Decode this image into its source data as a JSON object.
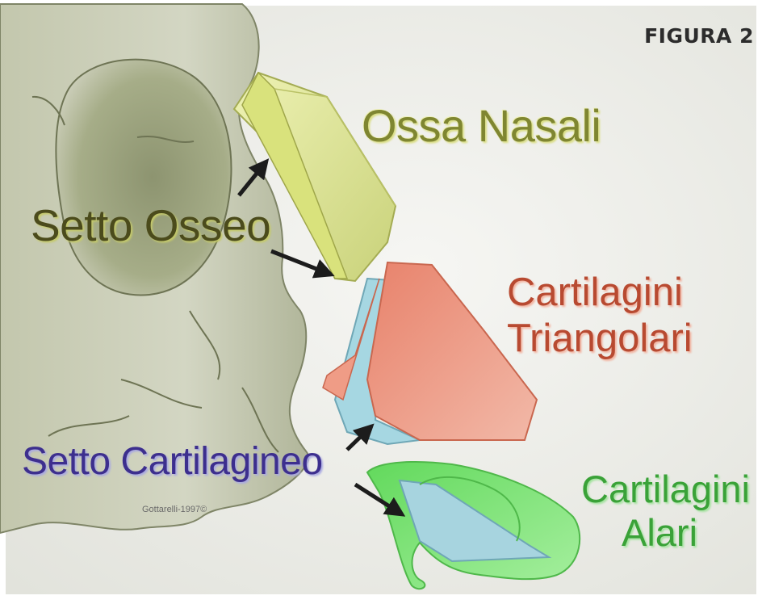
{
  "figure_label": "FIGURA 2",
  "labels": {
    "ossa_nasali": "Ossa Nasali",
    "setto_osseo": "Setto Osseo",
    "cartilagini_triangolari_line1": "Cartilagini",
    "cartilagini_triangolari_line2": "Triangolari",
    "setto_cartilagineo": "Setto Cartilagineo",
    "cartilagini_alari_line1": "Cartilagini",
    "cartilagini_alari_line2": "Alari"
  },
  "credit": "Gottarelli-1997©",
  "colors": {
    "background": "#eeeeea",
    "skull": "#a7ad8a",
    "nasal_bone": "#dfe59a",
    "triangular_cartilage": "#e98f7a",
    "septal_cartilage": "#a3d3de",
    "alar_cartilage": "#7fe37a",
    "arrow": "#1c1c1c"
  }
}
